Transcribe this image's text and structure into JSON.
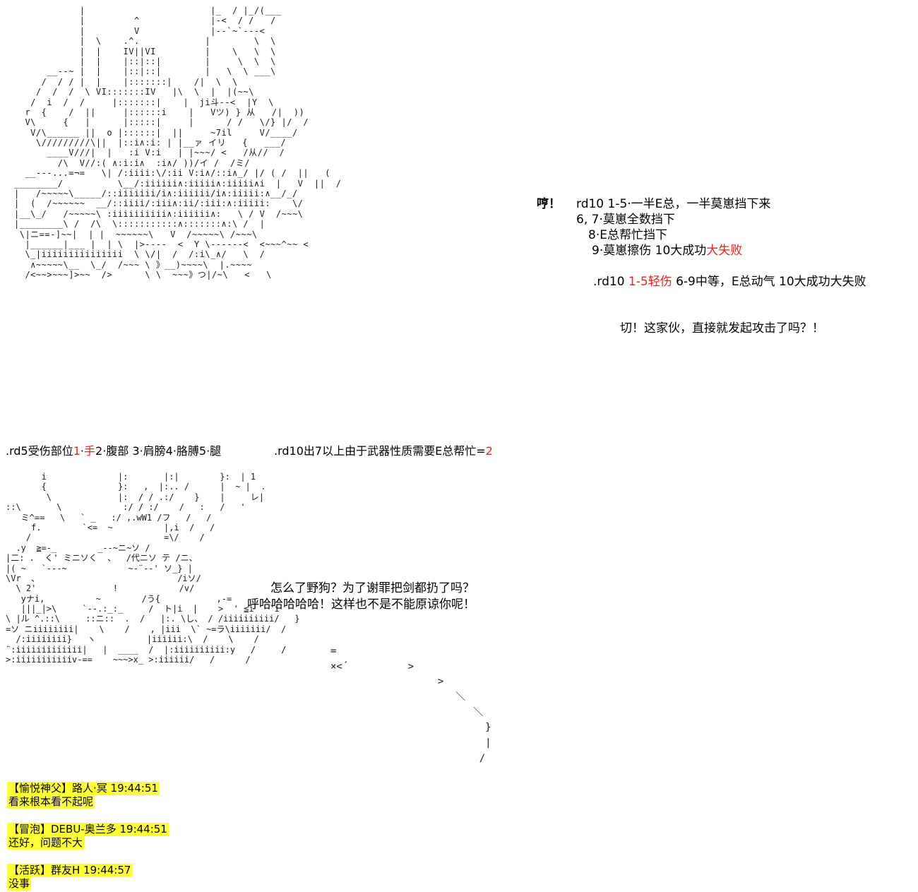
{
  "art_top": "            |                       |_  / |_/(___\n            |         ^             |-<  / /   /\n            |         V             |--`~`---<\n            |  \\    .^.            |        \\  \\\n            |  |    IV||VI         |    \\   \\  \\\n            |  |    |::|::|        |     \\  \\  \\\n      __--~ |  |    |::|::|        |   \\  \\ ___\\\n     /  / / |  |    |:::::::|    /|  \\  \\\n    /  /  /  \\ VI:::::::IV   |\\  \\  |  |(~~\\\n   /  i  /  /     |:::::::|    |  ji斗--<  |Y  \\\n  r  {    /  ||     |::::::i    |   Vツ) } 从   /|  ))\n  V\\     {   |      |:::::|     |      / /   \\/} |/  /\n   V/\\______ ||  o |::::::|  ||     ~7il     V/____/\n    \\/////////\\||  |::i∧:i: | |__ァ イリ   {   ___/\n      ____V///|  |   :i V:i   | |~~~/ <   /从//  /\n        /\\  V//:( ∧:i:i∧  :i∧/ ))/イ /  /ミ/\n  __---...=¬=   \\| /:iiii:\\/:ii V:i∧/::i∧_/ |/ ( /  ||   (\n________/          \\__/:iiiiii∧:iiiii∧:iiiii∧i  |   V  ||  /\n|   /~~~~~\\_____/::iiiiiii/i∧:iiiiii/i∧:iiiii:∧__/_/\n|  (  /~~~~~~  __/::iiii/:iii∧:ii/:iii:∧:iiiii:    \\/\n|__\\_/   /~~~~~\\ :iiiiiiiiii∧:iiiiii∧:   \\ / V  /~~~\\\n|________\\ /  /\\  \\:::::::::::∧:::::::∧:\\ /  |\n \\|ニ==-]~~|  | |  ~~~~~~\\   V  /~~~~~\\ /~~~\\\n  |______|___ |  | \\  |>----  <  Y \\------<  <~~~^~~ <\n  \\_|iiiiiiiiiiiiiii  \\ \\/|  /  /:i\\_∧/   \\  /\n   ∧~~~~~\\__  \\_/  /~~~ \\ 》__)~~~~\\  |.~~~~\n  /<~~>~~~]>~~  />      \\ \\  ~~~》つ|/~\\   <   \\",
  "art_bottom": "       i              |:       |:|        }:  | 1\n       {              }:   ,  |:.. /      |  ~ |  .\n        \\             |:  / / .:/    }    |     レ|\n::\\       \\            :/ / :/    /   :   /   '\n   ミ^==   \\   ` _   :/ ,.wW1 /フ   /   /\n     f.        `<=  ~          |,i  /   /\n    /                          =\\/    /\n  .y  ≧=-_        _--~ニ~ソ /\n|二: .  く' ミニソく  、  /代ニソ テ /ニ、\n|( ~   `---~            ~-¨--' ソ_} |\n\\Vr  、                           /iソ/\n  \\ 2'               !            /v/\n   yナi,          ~        /う{           ,-=\n   |||_|>\\     `--.:_:_     /  ト|i  |    >  ' ≦i   `i\n\\ |ル ^.::\\     ::ニ::  .  /   |:. \\し、 / /iiiiiiiiii/   }\n=ソ ニiiiiiiii|    \\    /    , |iii  \\` ~=ラ\\iiiiiii/  /\n  /:iiiiiiii}   ヽ          |iiiiii:\\  /    \\    /\n¨:iiiiiiiiiiiii|   |  ____  /  |:iiiiiiiiii:y   /     /\n>:iiiiiiiiiiiv-==    ~~~>x_ >:iiiiii/   /      /",
  "line_hum": "哼！",
  "rd10_a": {
    "l1": "rd10 1-5·一半E总，一半莫崽挡下来",
    "l2": "6, 7·莫崽全数挡下",
    "l3": "8·E总帮忙挡下",
    "l4_pre": "9·莫崽擦伤 10大成功",
    "l4_red": "大失败"
  },
  "rd10_b": {
    "pre": ".rd10 ",
    "red": "1-5轻伤",
    "post": "  6-9中等，E总动气 10大成功大失败"
  },
  "line_qie": "切！这家伙，直接就发起攻击了吗？！",
  "rd5": {
    "pre": ".rd5受伤部位",
    "n1": "1",
    "mid1": "·",
    "hand": "手",
    "mid2": "2·腹部 3·肩膀4·胳膊5·腿"
  },
  "rd10_c": {
    "pre": ".rd10出7以上由于武器性质需要E总帮忙=",
    "red": "2"
  },
  "speech_dog": "怎么了野狗？为了谢罪把剑都扔了吗？",
  "speech_laugh": "呼哈哈哈哈哈！这样也不是不能原谅你呢！",
  "right_art": "=\n×<´          >\n                  >\n                     ＼\n                        ＼\n                          }\n                          |\n                         /",
  "chat": [
    {
      "header": "【愉悦神父】路人·冥 19:44:51",
      "message": "看来根本看不起呢"
    },
    {
      "header": "【冒泡】DEBU-奥兰多 19:44:51",
      "message": "还好，问题不大"
    },
    {
      "header": "【活跃】群友H 19:44:57",
      "message": "没事"
    }
  ]
}
